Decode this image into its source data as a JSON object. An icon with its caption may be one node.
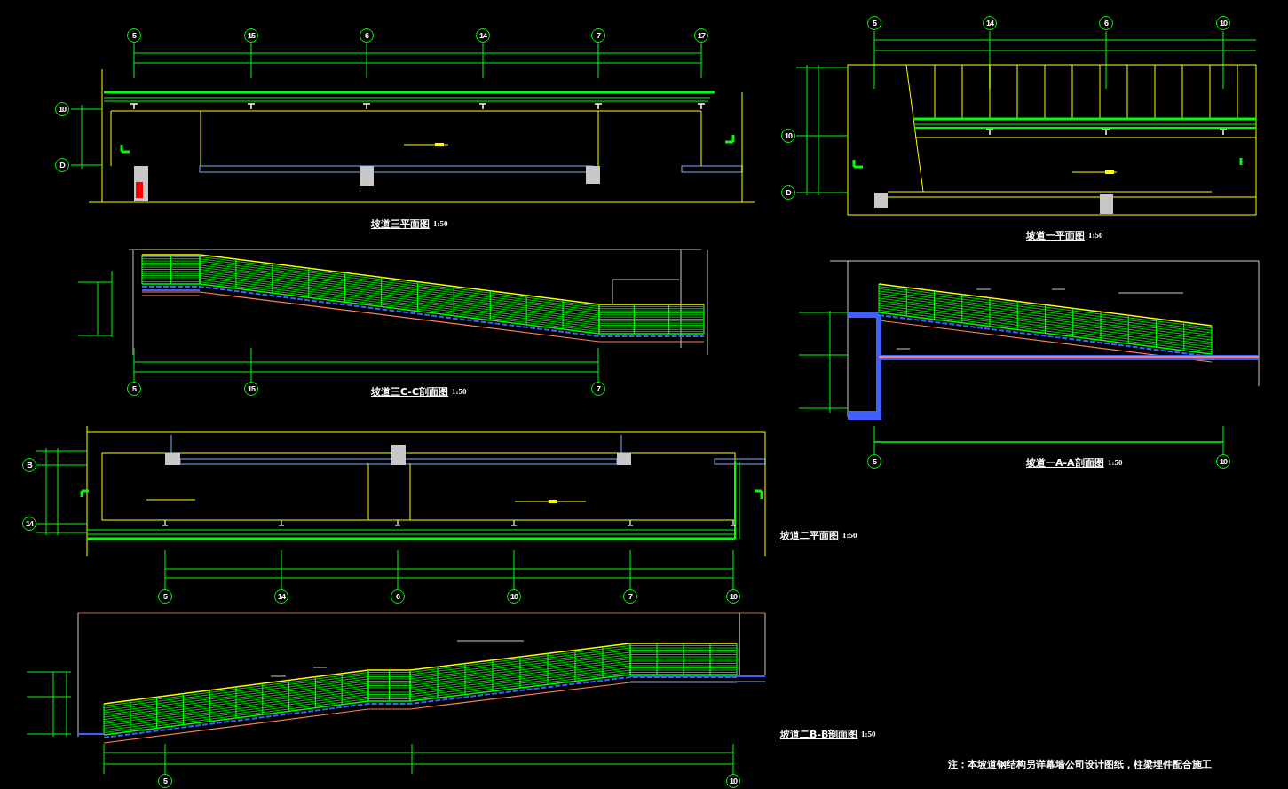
{
  "diagram": {
    "labels": [
      "5",
      "15",
      "6",
      "14",
      "7",
      "17",
      "10",
      "D",
      "坡道三平面图",
      "1:50",
      "5",
      "14",
      "6",
      "10",
      "10",
      "D",
      "坡道一平面图",
      "1:50",
      "5",
      "15",
      "7",
      "坡道三C-C剖面图",
      "1:50",
      "5",
      "10",
      "坡道一A-A剖面图",
      "1:50",
      "B",
      "14",
      "5",
      "14",
      "6",
      "10",
      "7",
      "10",
      "坡道二平面图",
      "1:50",
      "5",
      "10",
      "坡道二B-B剖面图",
      "1:50",
      "注：本坡道钢结构另详幕墙公司设计图纸，柱梁埋件配合施工"
    ]
  }
}
